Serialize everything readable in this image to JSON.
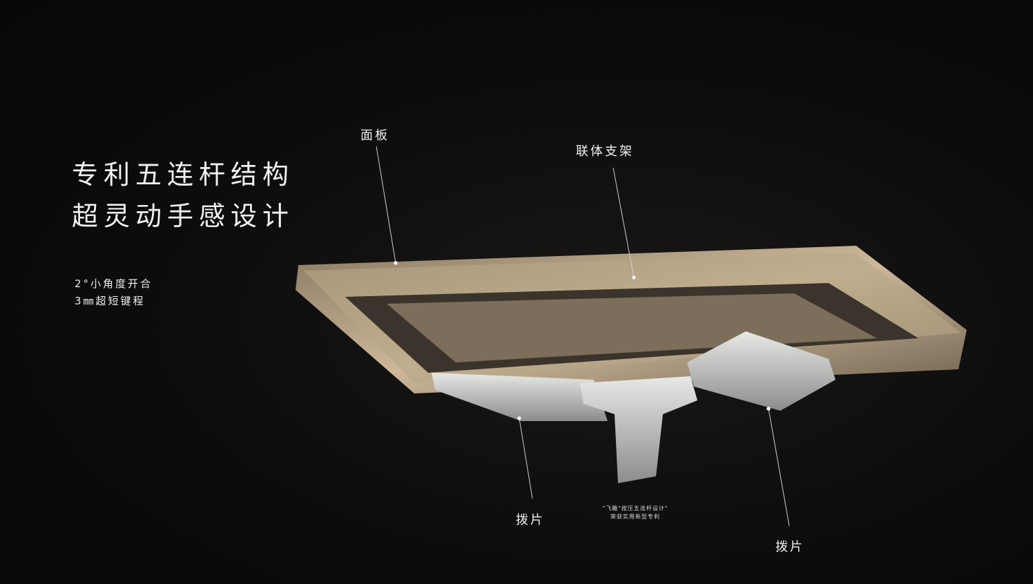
{
  "headline": {
    "line1": "专利五连杆结构",
    "line2": "超灵动手感设计"
  },
  "features": [
    "2°小角度开合",
    "3㎜超短键程"
  ],
  "labels": {
    "panel": "面板",
    "bracket": "联体支架",
    "paddle_left": "拨片",
    "paddle_right": "拨片"
  },
  "patent_note": {
    "line1": "\"飞雕\"按压五连杆设计\"",
    "line2": "荣获实用新型专利"
  }
}
